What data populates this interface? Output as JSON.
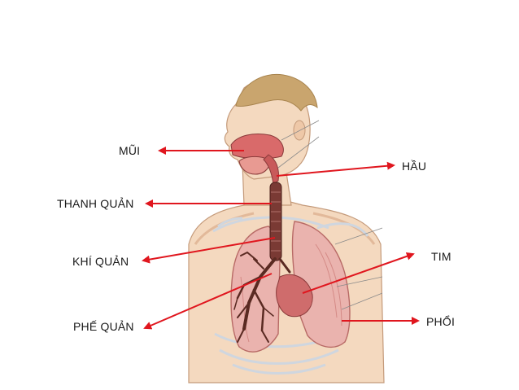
{
  "labels": {
    "nose": "MŨI",
    "pharynx": "HẦU",
    "larynx": "THANH QUẢN",
    "trachea": "KHÍ QUẢN",
    "heart": "TIM",
    "bronchi": "PHẾ QUẢN",
    "lungs": "PHỔI"
  },
  "colors": {
    "arrow": "#e0161e",
    "skin": "#f4d9bf",
    "skin_shadow": "#e2b99a",
    "hair": "#c9a56e",
    "airway": "#d96a6a",
    "airway_dark": "#8a3a3a",
    "lung": "#eab3ae",
    "lung_dark": "#d48a86",
    "bronchi_tree": "#5a2a22",
    "rib": "#cfd6df"
  }
}
